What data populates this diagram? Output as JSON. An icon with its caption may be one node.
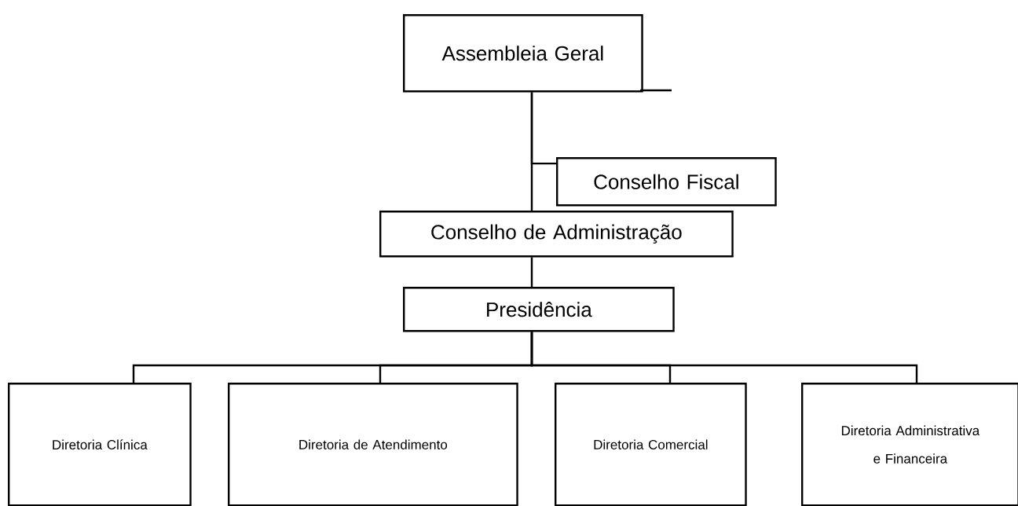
{
  "diagram": {
    "nodes": [
      {
        "text": [
          "Assembleia Geral"
        ]
      },
      {
        "text": [
          "Conselho Fiscal"
        ]
      },
      {
        "text": [
          "Conselho de Administração"
        ]
      },
      {
        "text": [
          "Presidência"
        ]
      },
      {
        "text": [
          "Diretoria Clínica"
        ]
      },
      {
        "text": [
          "Diretoria de Atendimento"
        ]
      },
      {
        "text": [
          "Diretoria Comercial"
        ]
      },
      {
        "text": [
          "Diretoria Administrativa e Financeira"
        ]
      }
    ],
    "edges": [
      {
        "from": 0,
        "to": 1,
        "arrow": "none"
      },
      {
        "from": 0,
        "to": 2,
        "arrow": "none"
      },
      {
        "from": 2,
        "to": 3,
        "arrow": "none"
      },
      {
        "from": 3,
        "to": 4,
        "arrow": "none"
      },
      {
        "from": 3,
        "to": 5,
        "arrow": "none"
      },
      {
        "from": 3,
        "to": 6,
        "arrow": "none"
      },
      {
        "from": 3,
        "to": 7,
        "arrow": "none"
      }
    ]
  }
}
